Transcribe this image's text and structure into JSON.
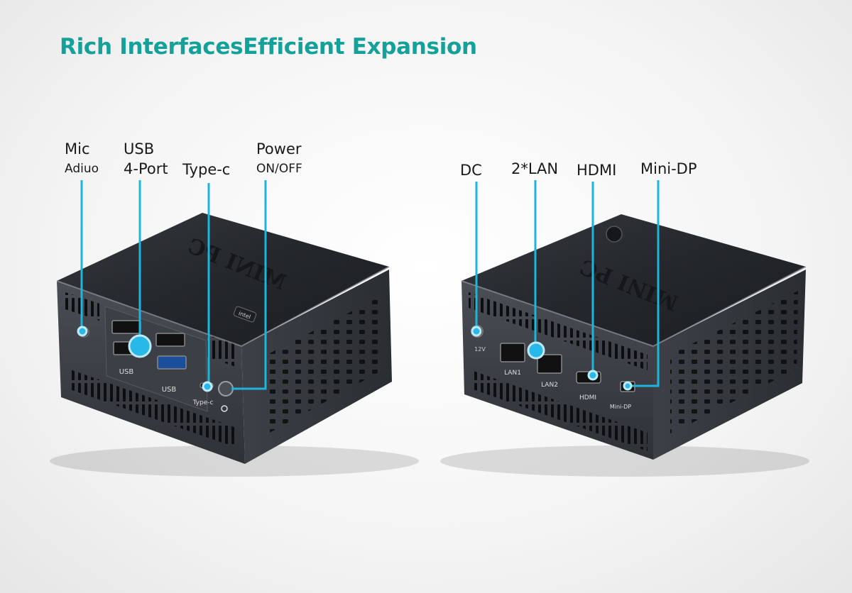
{
  "title": "Rich InterfacesEfficient Expansion",
  "colors": {
    "title": "#14a19a",
    "callout": "#1fb4dd",
    "device_body": "#3a3e44",
    "device_top": "#25282c"
  },
  "front_unit": {
    "top_label": "MINI PC",
    "brand_badge": "intel",
    "callouts": {
      "mic": {
        "line1": "Mic",
        "line2": "Adiuo"
      },
      "usb": {
        "line1": "USB",
        "line2": "4-Port"
      },
      "typec": {
        "line1": "Type-c"
      },
      "power": {
        "line1": "Power",
        "line2": "ON/OFF"
      }
    },
    "port_labels": {
      "usb_left": "USB",
      "usb_right": "USB",
      "typec": "Type-c"
    }
  },
  "rear_unit": {
    "top_label": "MINI PC",
    "callouts": {
      "dc": {
        "line1": "DC"
      },
      "lan": {
        "line1": "2*LAN"
      },
      "hdmi": {
        "line1": "HDMI"
      },
      "minidp": {
        "line1": "Mini-DP"
      }
    },
    "port_labels": {
      "lan1": "LAN1",
      "lan2": "LAN2",
      "hdmi": "HDMI",
      "minidp": "Mini-DP",
      "dc": "12V"
    }
  }
}
